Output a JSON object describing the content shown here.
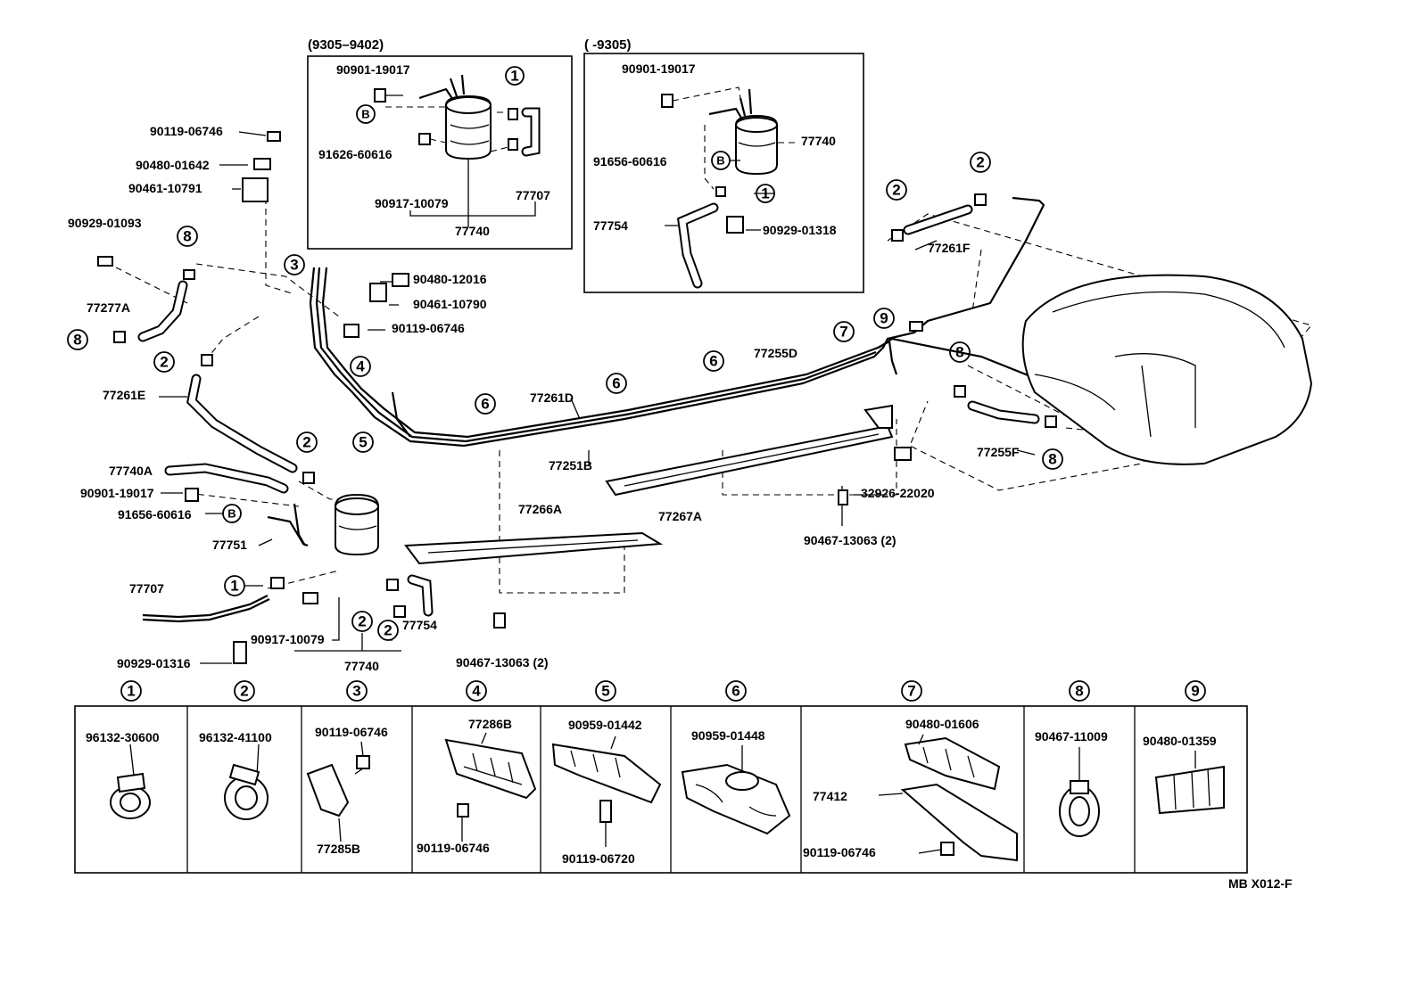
{
  "doc_code": "MB X012-F",
  "inset_left": {
    "header": "(9305–9402)",
    "labels": [
      "90901-19017",
      "91626-60616",
      "90917-10079",
      "77707",
      "77740"
    ],
    "circles": [
      "1",
      "B"
    ]
  },
  "inset_right": {
    "header": "(      -9305)",
    "labels": [
      "90901-19017",
      "77740",
      "91656-60616",
      "77754",
      "90929-01318"
    ],
    "circles": [
      "B",
      "1"
    ]
  },
  "main_labels": [
    "90119-06746",
    "90480-01642",
    "90461-10791",
    "90929-01093",
    "77277A",
    "77261E",
    "77740A",
    "90901-19017",
    "91656-60616",
    "77751",
    "77707",
    "90929-01316",
    "90917-10079",
    "77740",
    "77754",
    "90480-12016",
    "90461-10790",
    "90119-06746",
    "77261D",
    "77251B",
    "77266A",
    "90467-13063 (2)",
    "77255D",
    "77267A",
    "32926-22020",
    "90467-13063 (2)",
    "77261F",
    "77255F"
  ],
  "main_circles": [
    "8",
    "8",
    "2",
    "2",
    "B",
    "1",
    "2",
    "2",
    "3",
    "4",
    "5",
    "6",
    "6",
    "6",
    "7",
    "2",
    "2",
    "9",
    "8",
    "8"
  ],
  "legend": {
    "numbers": [
      "1",
      "2",
      "3",
      "4",
      "5",
      "6",
      "7",
      "8",
      "9"
    ],
    "cells": [
      {
        "labels": [
          "96132-30600"
        ]
      },
      {
        "labels": [
          "96132-41100"
        ]
      },
      {
        "labels": [
          "90119-06746",
          "77285B"
        ]
      },
      {
        "labels": [
          "77286B",
          "90119-06746"
        ]
      },
      {
        "labels": [
          "90959-01442",
          "90119-06720"
        ]
      },
      {
        "labels": [
          "90959-01448"
        ]
      },
      {
        "labels": [
          "90480-01606",
          "77412",
          "90119-06746"
        ]
      },
      {
        "labels": [
          "90467-11009"
        ]
      },
      {
        "labels": [
          "90480-01359"
        ]
      }
    ]
  }
}
